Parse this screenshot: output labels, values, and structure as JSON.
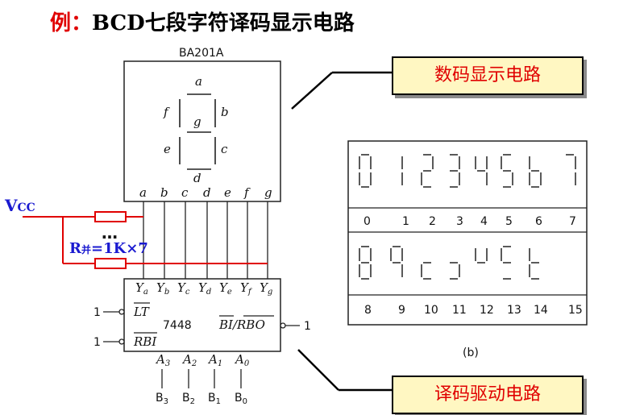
{
  "title": {
    "prefix": "例：",
    "text": "BCD七段字符译码显示电路"
  },
  "display": {
    "part": "BA201A",
    "segments": [
      "a",
      "b",
      "c",
      "d",
      "e",
      "f",
      "g"
    ]
  },
  "decoder": {
    "part": "7448",
    "outputs": [
      "Y",
      "Y",
      "Y",
      "Y",
      "Y",
      "Y",
      "Y"
    ],
    "output_subs": [
      "a",
      "b",
      "c",
      "d",
      "e",
      "f",
      "g"
    ],
    "lt_label": "LT",
    "rbi_label": "RBI",
    "bi_rbo_label": "BI/RBO",
    "lt_value": "1",
    "rbi_value": "1",
    "bi_value": "1",
    "inputs": [
      "A",
      "A",
      "A",
      "A"
    ],
    "input_subs": [
      "3",
      "2",
      "1",
      "0"
    ],
    "bits": [
      "B",
      "B",
      "B",
      "B"
    ],
    "bit_subs": [
      "3",
      "2",
      "1",
      "0"
    ]
  },
  "resistor": {
    "vcc": "V",
    "vcc_sub": "CC",
    "note": "R",
    "note_sub": "并",
    "note_value": "=1K×7",
    "ellipsis": "…"
  },
  "callouts": {
    "display_circuit": "数码显示电路",
    "driver_circuit": "译码驱动电路"
  },
  "table": {
    "row1_digits": [
      "0",
      "1",
      "2",
      "3",
      "4",
      "5",
      "6",
      "7"
    ],
    "row2_digits": [
      "8",
      "9",
      "10",
      "11",
      "12",
      "13",
      "14",
      "15"
    ],
    "caption": "(b)"
  },
  "colors": {
    "red": "#e00000",
    "blue": "#1a1ad0",
    "callout_bg": "#fff7c2"
  }
}
